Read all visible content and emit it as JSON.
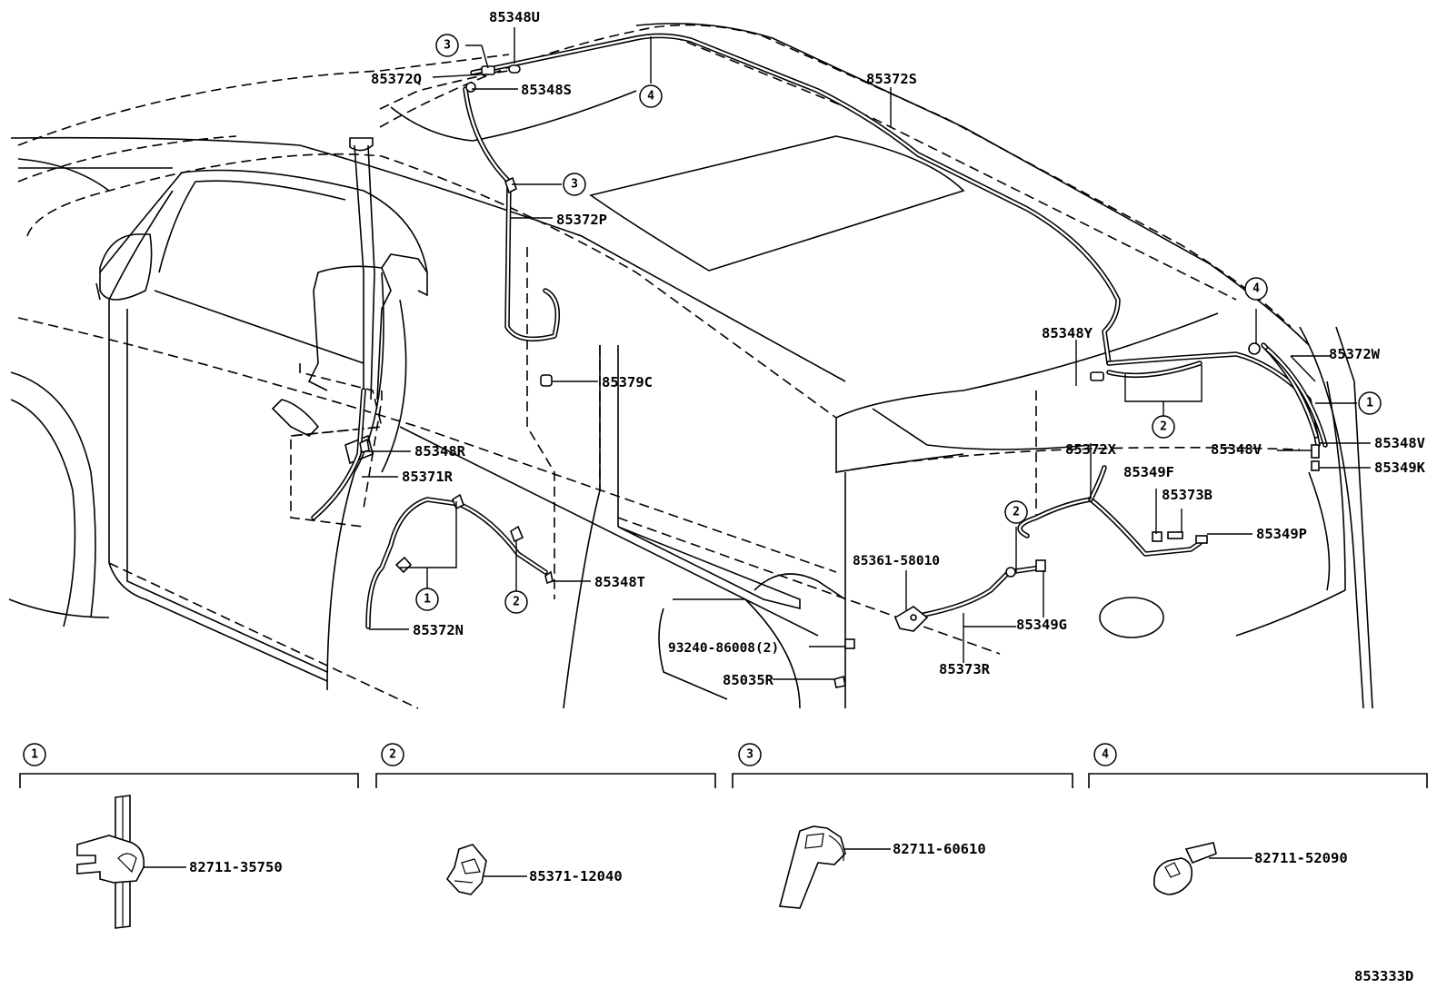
{
  "diagram_id": "853333D",
  "labels": {
    "p85348U": "85348U",
    "p85372Q": "85372Q",
    "p85348S": "85348S",
    "p85372S": "85372S",
    "p85372P": "85372P",
    "p85379C": "85379C",
    "p85348Y": "85348Y",
    "p85372W": "85372W",
    "p85348V": "85348V",
    "p85348V_b": "85348V",
    "p85349K": "85349K",
    "p85372X": "85372X",
    "p85349F": "85349F",
    "p85373B": "85373B",
    "p85349P": "85349P",
    "p85348R": "85348R",
    "p85371R": "85371R",
    "p85348T": "85348T",
    "p85372N": "85372N",
    "p85361": "85361-58010",
    "p93240": "93240-86008(2)",
    "p85035R": "85035R",
    "p85373R": "85373R",
    "p85349G": "85349G"
  },
  "callouts": {
    "c1": "1",
    "c2": "2",
    "c3": "3",
    "c4": "4"
  },
  "detail_panels": [
    {
      "index": "1",
      "part_number": "82711-35750"
    },
    {
      "index": "2",
      "part_number": "85371-12040"
    },
    {
      "index": "3",
      "part_number": "82711-60610"
    },
    {
      "index": "4",
      "part_number": "82711-52090"
    }
  ]
}
